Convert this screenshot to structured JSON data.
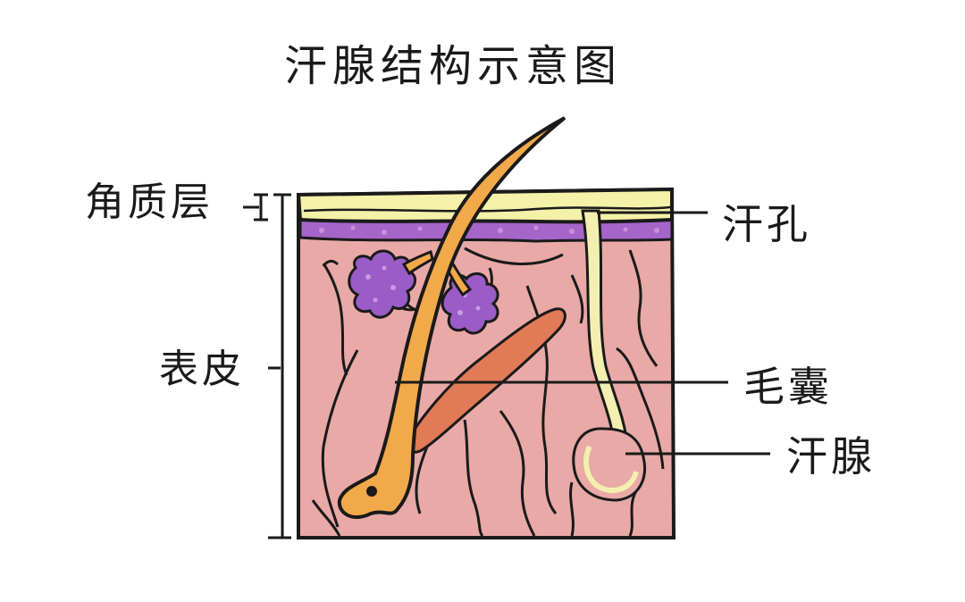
{
  "title": "汗腺结构示意图",
  "labels": {
    "stratum_corneum": "角质层",
    "epidermis": "表皮",
    "sweat_pore": "汗孔",
    "hair_follicle": "毛囊",
    "sweat_gland": "汗腺"
  },
  "colors": {
    "outline": "#1a1a1a",
    "skin": "#e9a9a7",
    "stratum": "#f4f1a8",
    "purple_layer": "#a565c9",
    "gland_cluster": "#9a5cc6",
    "hair": "#f2a94a",
    "muscle": "#e17a57",
    "sweat_duct": "#f3efb0"
  }
}
